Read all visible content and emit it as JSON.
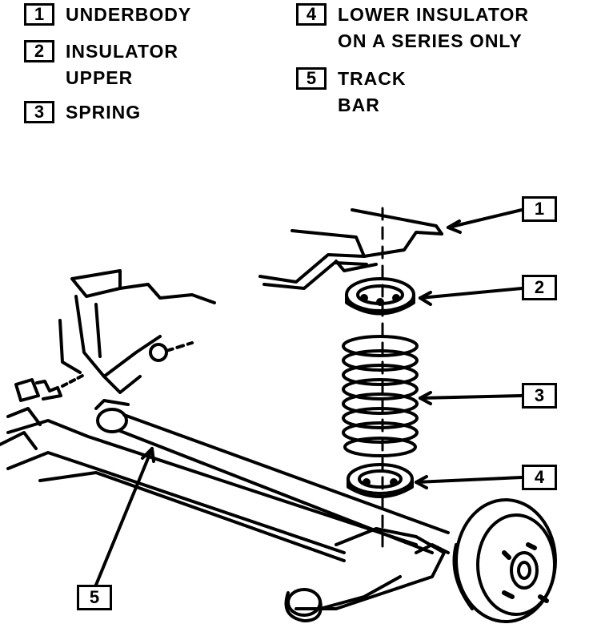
{
  "legend": [
    {
      "num": "1",
      "lines": [
        "UNDERBODY"
      ]
    },
    {
      "num": "2",
      "lines": [
        "INSULATOR",
        "UPPER"
      ]
    },
    {
      "num": "3",
      "lines": [
        "SPRING"
      ]
    },
    {
      "num": "4",
      "lines": [
        "LOWER INSULATOR",
        "ON A SERIES ONLY"
      ]
    },
    {
      "num": "5",
      "lines": [
        "TRACK",
        "BAR"
      ]
    }
  ],
  "callouts": [
    "1",
    "2",
    "3",
    "4",
    "5"
  ]
}
